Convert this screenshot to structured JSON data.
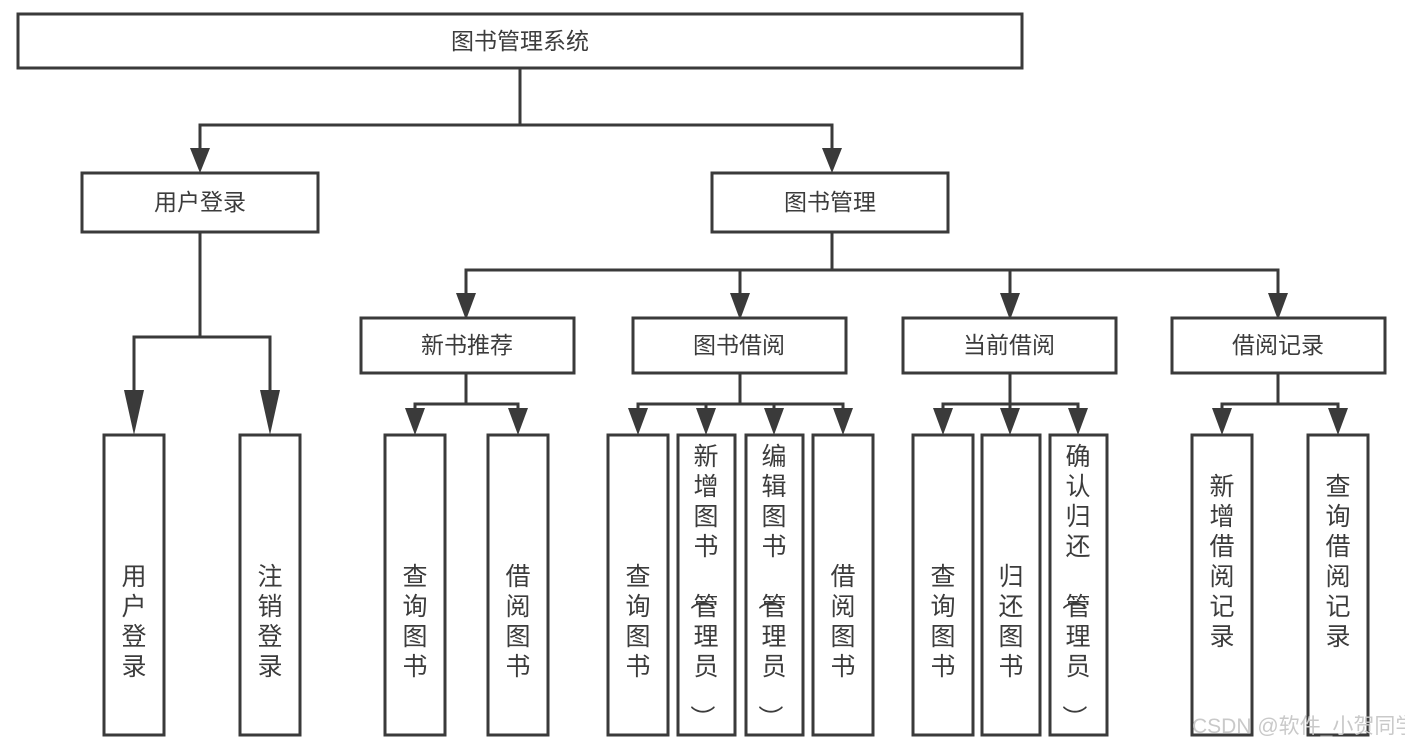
{
  "diagram": {
    "title": "图书管理系统",
    "type": "hierarchy-tree",
    "root": {
      "id": "root",
      "label": "图书管理系统",
      "orientation": "horizontal"
    },
    "level2": [
      {
        "id": "user-login",
        "label": "用户登录",
        "orientation": "horizontal"
      },
      {
        "id": "book-management",
        "label": "图书管理",
        "orientation": "horizontal"
      }
    ],
    "level3": [
      {
        "id": "new-book-recommend",
        "label": "新书推荐",
        "orientation": "horizontal",
        "parent": "book-management"
      },
      {
        "id": "book-borrow",
        "label": "图书借阅",
        "orientation": "horizontal",
        "parent": "book-management"
      },
      {
        "id": "current-borrow",
        "label": "当前借阅",
        "orientation": "horizontal",
        "parent": "book-management"
      },
      {
        "id": "borrow-record",
        "label": "借阅记录",
        "orientation": "horizontal",
        "parent": "book-management"
      }
    ],
    "leaves": [
      {
        "id": "leaf-user-login",
        "label": "用户登录",
        "orientation": "vertical",
        "parent": "user-login"
      },
      {
        "id": "leaf-user-logout",
        "label": "注销登录",
        "orientation": "vertical",
        "parent": "user-login"
      },
      {
        "id": "leaf-query-book-1",
        "label": "查询图书",
        "orientation": "vertical",
        "parent": "new-book-recommend"
      },
      {
        "id": "leaf-borrow-book-1",
        "label": "借阅图书",
        "orientation": "vertical",
        "parent": "new-book-recommend"
      },
      {
        "id": "leaf-query-book-2",
        "label": "查询图书",
        "orientation": "vertical",
        "parent": "book-borrow"
      },
      {
        "id": "leaf-add-book",
        "label": "新增图书（管理员）",
        "orientation": "vertical",
        "parent": "book-borrow"
      },
      {
        "id": "leaf-edit-book",
        "label": "编辑图书（管理员）",
        "orientation": "vertical",
        "parent": "book-borrow"
      },
      {
        "id": "leaf-borrow-book-2",
        "label": "借阅图书",
        "orientation": "vertical",
        "parent": "book-borrow"
      },
      {
        "id": "leaf-query-book-3",
        "label": "查询图书",
        "orientation": "vertical",
        "parent": "current-borrow"
      },
      {
        "id": "leaf-return-book",
        "label": "归还图书",
        "orientation": "vertical",
        "parent": "current-borrow"
      },
      {
        "id": "leaf-confirm-return",
        "label": "确认归还（管理员）",
        "orientation": "vertical",
        "parent": "current-borrow"
      },
      {
        "id": "leaf-add-record",
        "label": "新增借阅记录",
        "orientation": "vertical",
        "parent": "borrow-record"
      },
      {
        "id": "leaf-query-record",
        "label": "查询借阅记录",
        "orientation": "vertical",
        "parent": "borrow-record"
      }
    ],
    "colors": {
      "stroke": "#3a3a3a",
      "fill": "#ffffff",
      "text": "#3c3c3c",
      "watermark": "#c9c9c9"
    }
  },
  "watermark": {
    "text": "CSDN @软件_小贺同学"
  }
}
